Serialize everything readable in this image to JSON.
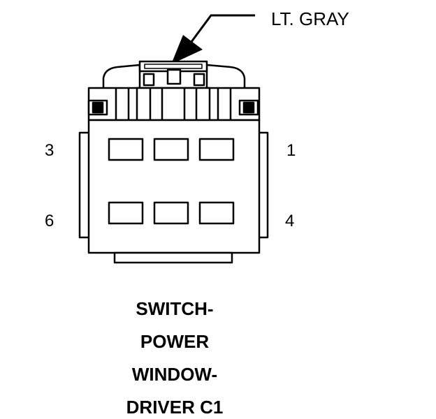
{
  "connector": {
    "color_label": "LT. GRAY",
    "cavity_count": 6
  },
  "pin_labels": {
    "top_left": "3",
    "top_right": "1",
    "bottom_left": "6",
    "bottom_right": "4"
  },
  "title_lines": [
    "SWITCH-",
    "POWER",
    "WINDOW-",
    "DRIVER C1"
  ]
}
